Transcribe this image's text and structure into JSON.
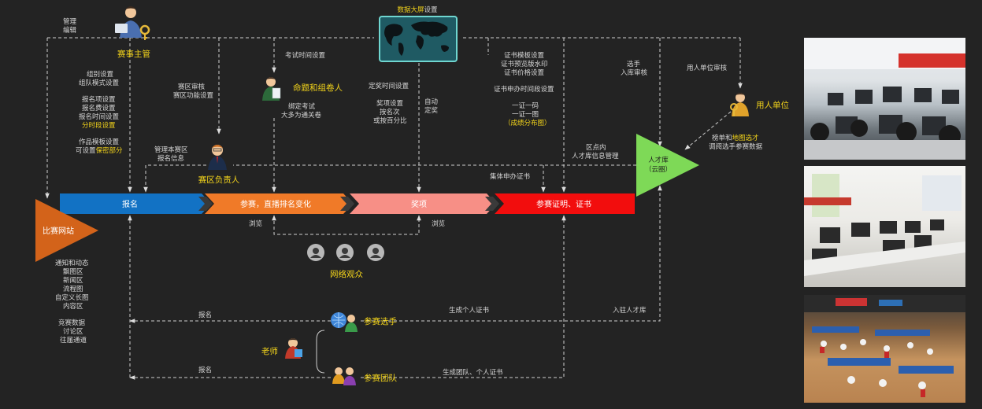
{
  "roles": {
    "admin": "赛事主管",
    "examiner": "命题和组卷人",
    "region": "赛区负责人",
    "employer": "用人单位",
    "audience": "网络观众",
    "player": "参赛选手",
    "team": "参赛团队",
    "teacher": "老师"
  },
  "screen": {
    "title_hl": "数据大屏",
    "title_rest": "设置"
  },
  "stages": [
    "报名",
    "参赛，直播排名变化",
    "奖项",
    "参赛证明、证书"
  ],
  "site": "比赛网站",
  "talent": {
    "line1": "人才库",
    "line2": "（云圈）"
  },
  "labels": {
    "manage": [
      "管理",
      "编辑"
    ],
    "group": [
      "组别设置",
      "组队模式设置"
    ],
    "signup": [
      "报名项设置",
      "报名费设置",
      "报名时间设置"
    ],
    "signup_hl": "分时段设置",
    "works_1": "作品模板设置",
    "works_2a": "可设置",
    "works_2b": "保密部分",
    "region_review": [
      "赛区审核",
      "赛区功能设置"
    ],
    "region_manage": [
      "管理本赛区",
      "报名信息"
    ],
    "exam_time": "考试时间设置",
    "exam_bind": [
      "绑定考试",
      "大多为通关卷"
    ],
    "award_time": "定奖时间设置",
    "award_set": [
      "奖项设置",
      "按名次",
      "或按百分比"
    ],
    "auto_award": [
      "自动",
      "定奖"
    ],
    "cert_set": [
      "证书模板设置",
      "证书预览版水印",
      "证书价格设置"
    ],
    "cert_apply_time": "证书申办时间段设置",
    "cert_code": [
      "一证一码",
      "一证一图"
    ],
    "cert_code_hl": "（成绩分布图）",
    "select_review": [
      "选手",
      "入库审核"
    ],
    "employer_review": "用人单位审核",
    "ranking_1a": "榜单和",
    "ranking_1b": "地图选才",
    "ranking_2": "调阅选手参赛数据",
    "region_talent": [
      "区点内",
      "人才库信息管理"
    ],
    "group_cert": "集体申办证书",
    "browse": "浏览",
    "site_sections": [
      "通知和动态",
      "飘图区",
      "新闻区",
      "流程图",
      "自定义长图",
      "内容区"
    ],
    "site_sections2": [
      "竞赛数据",
      "讨论区",
      "往届通道"
    ],
    "signup_flow": "报名",
    "personal_cert": "生成个人证书",
    "join_talent": "入驻人才库",
    "team_cert": "生成团队、个人证书"
  },
  "colors": {
    "bg": "#232323",
    "signup": "#1272c4",
    "compete": "#f07a28",
    "award": "#f78f86",
    "cert": "#f20d0d",
    "site": "#d3631a",
    "talent": "#7ed957",
    "highlight": "#f2d31b",
    "screen": "#1f5a63"
  }
}
